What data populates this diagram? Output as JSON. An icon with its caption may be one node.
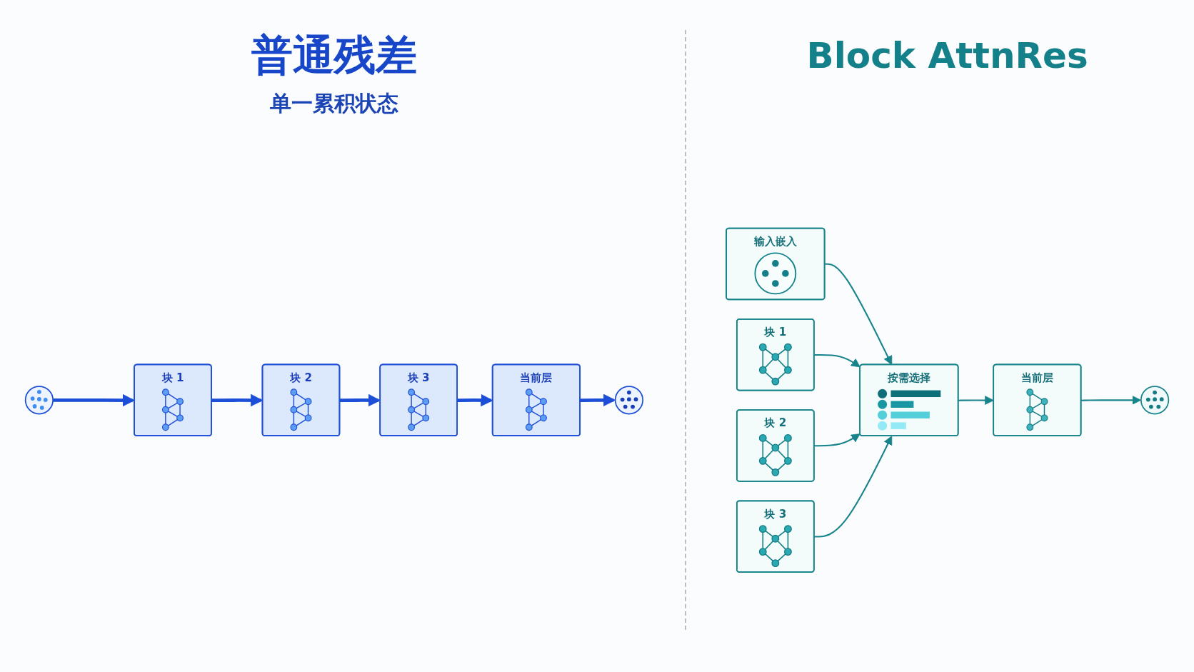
{
  "diagram": {
    "nodes": [
      {
        "text": [],
        "shape": "circle"
      },
      {
        "text": [
          "块 1"
        ]
      },
      {
        "text": [
          "块 2"
        ]
      },
      {
        "text": [
          "块 3"
        ]
      },
      {
        "text": [
          "当前层"
        ]
      },
      {
        "text": [],
        "shape": "circle"
      },
      {
        "text": [
          "输入嵌入"
        ]
      },
      {
        "text": [
          "块 1"
        ]
      },
      {
        "text": [
          "块 2"
        ]
      },
      {
        "text": [
          "块 3"
        ]
      },
      {
        "text": [
          "按需选择"
        ]
      },
      {
        "text": [
          "当前层"
        ]
      },
      {
        "text": [],
        "shape": "circle"
      }
    ],
    "edges": [
      {
        "from": 0,
        "to": 1,
        "arrow": "to",
        "style": "thick",
        "color": "#1d4ed8"
      },
      {
        "from": 1,
        "to": 2,
        "arrow": "to",
        "style": "thick",
        "color": "#1d4ed8"
      },
      {
        "from": 2,
        "to": 3,
        "arrow": "to",
        "style": "thick",
        "color": "#1d4ed8"
      },
      {
        "from": 3,
        "to": 4,
        "arrow": "to",
        "style": "thick",
        "color": "#1d4ed8"
      },
      {
        "from": 4,
        "to": 5,
        "arrow": "to",
        "style": "thick",
        "color": "#1d4ed8"
      },
      {
        "from": 6,
        "to": 10,
        "arrow": "to"
      },
      {
        "from": 7,
        "to": 10,
        "arrow": "to"
      },
      {
        "from": 8,
        "to": 10,
        "arrow": "to"
      },
      {
        "from": 9,
        "to": 10,
        "arrow": "to"
      },
      {
        "from": 10,
        "to": 11,
        "arrow": "to"
      },
      {
        "from": 11,
        "to": 12,
        "arrow": "to"
      }
    ],
    "labels": [
      "普通残差",
      "单一累积状态",
      "Block AttnRes"
    ]
  }
}
